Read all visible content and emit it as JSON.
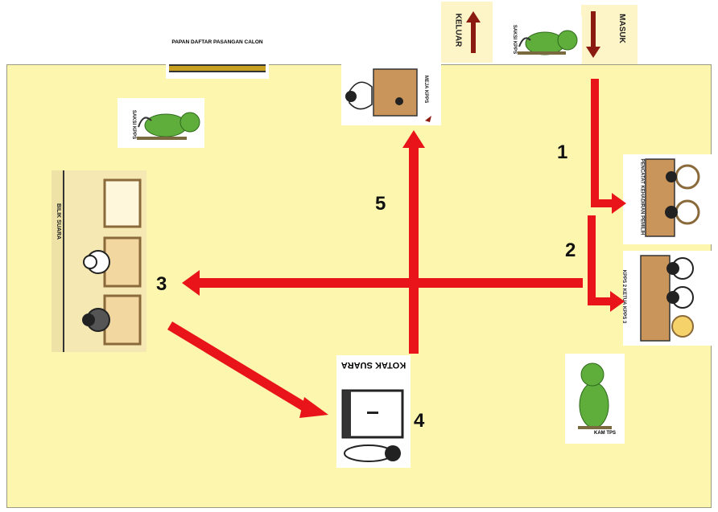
{
  "labels": {
    "board": "PAPAN DAFTAR PASANGAN CALON",
    "exit": "KELUAR",
    "enter": "MASUK",
    "officer_table": "MEJA KPPS",
    "witness_top_left": "SAKSI KPPS",
    "witness_top": "SAKSI KPPS",
    "voting_booth": "BILIK SUARA",
    "attendance_desk": "PENCATAT KEHADIRAN PEMILIH",
    "kpps_desk": "KPPS 2 KETUA KPPS 3",
    "ballot_box": "KOTAK SUARA",
    "security": "KAM TPS"
  },
  "steps": [
    "1",
    "2",
    "3",
    "4",
    "5"
  ],
  "colors": {
    "floor": "#fcf6ae",
    "arrow": "#e8141a",
    "door_arrow": "#8b1a10",
    "person": "#5fae3c"
  }
}
